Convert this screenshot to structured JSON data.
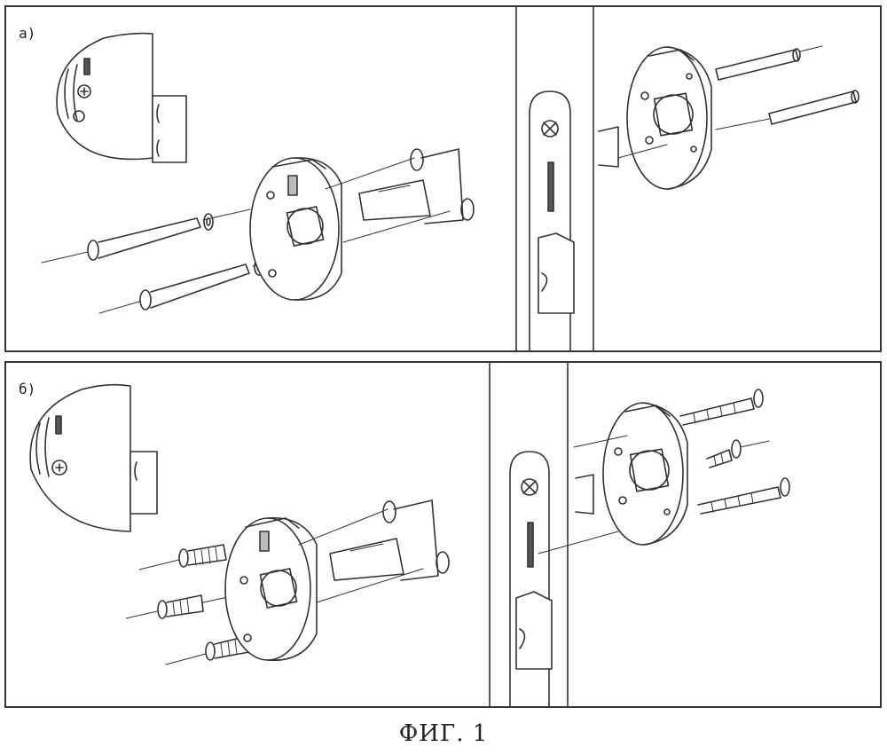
{
  "panels": [
    {
      "label": "а)"
    },
    {
      "label": "б)"
    }
  ],
  "figure_caption": "ФИГ. 1",
  "colors": {
    "line": "#333333",
    "background": "#ffffff",
    "shade": "#d9d9d9"
  }
}
